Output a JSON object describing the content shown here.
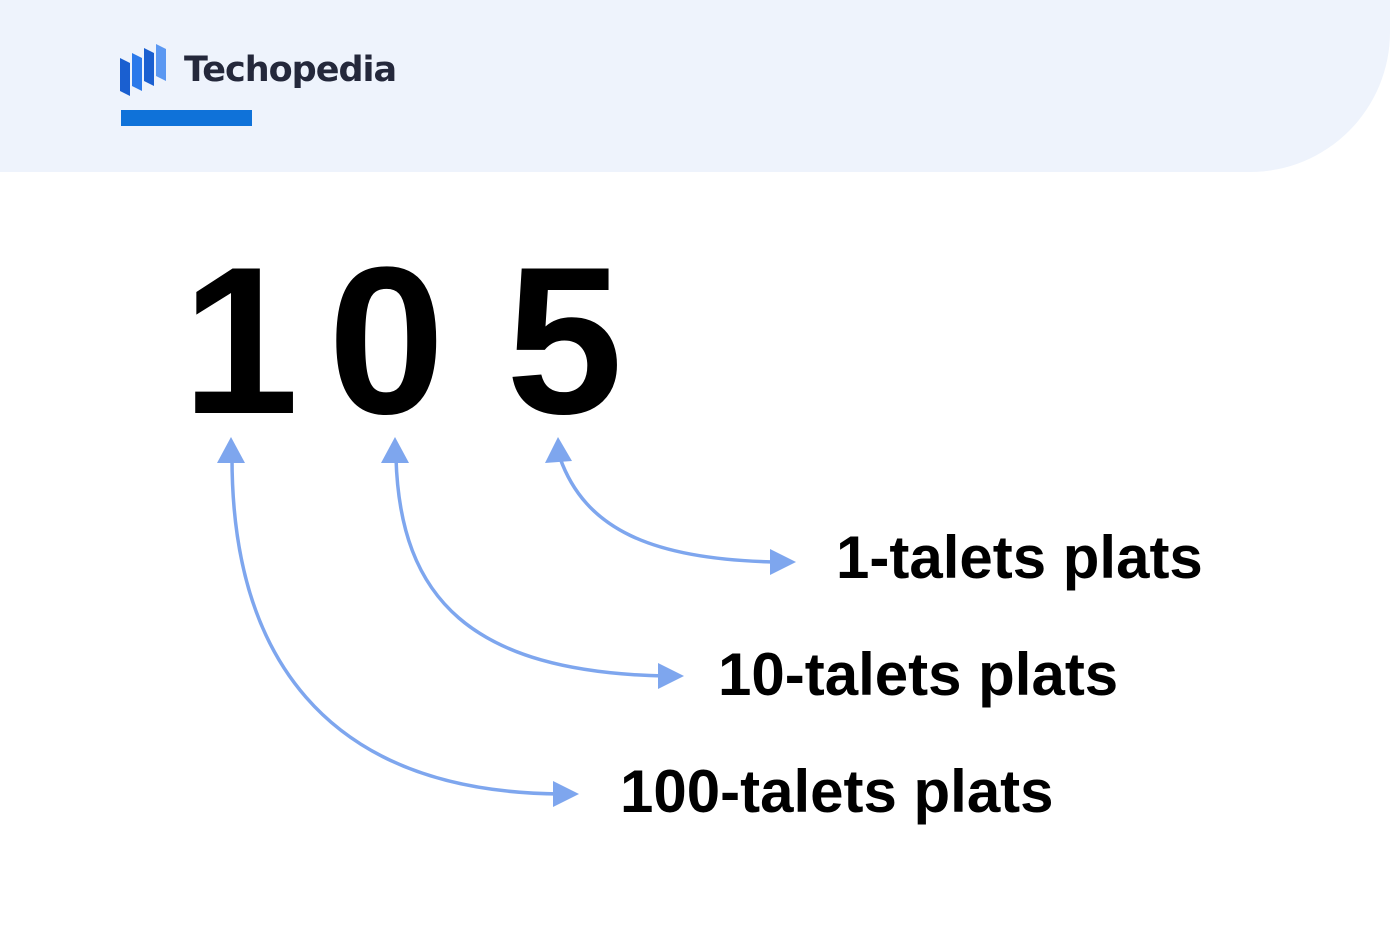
{
  "header": {
    "brand_name": "Techopedia",
    "brand_color": "#0f72d9",
    "background_color": "#eef3fc"
  },
  "number": {
    "digits": [
      "1",
      "0",
      "5"
    ]
  },
  "place_values": {
    "ones": "1-talets plats",
    "tens": "10-talets plats",
    "hundreds": "100-talets plats"
  },
  "colors": {
    "arrow": "#7ea6ee",
    "text": "#000000"
  },
  "icons": [
    "techopedia-logo-icon"
  ]
}
